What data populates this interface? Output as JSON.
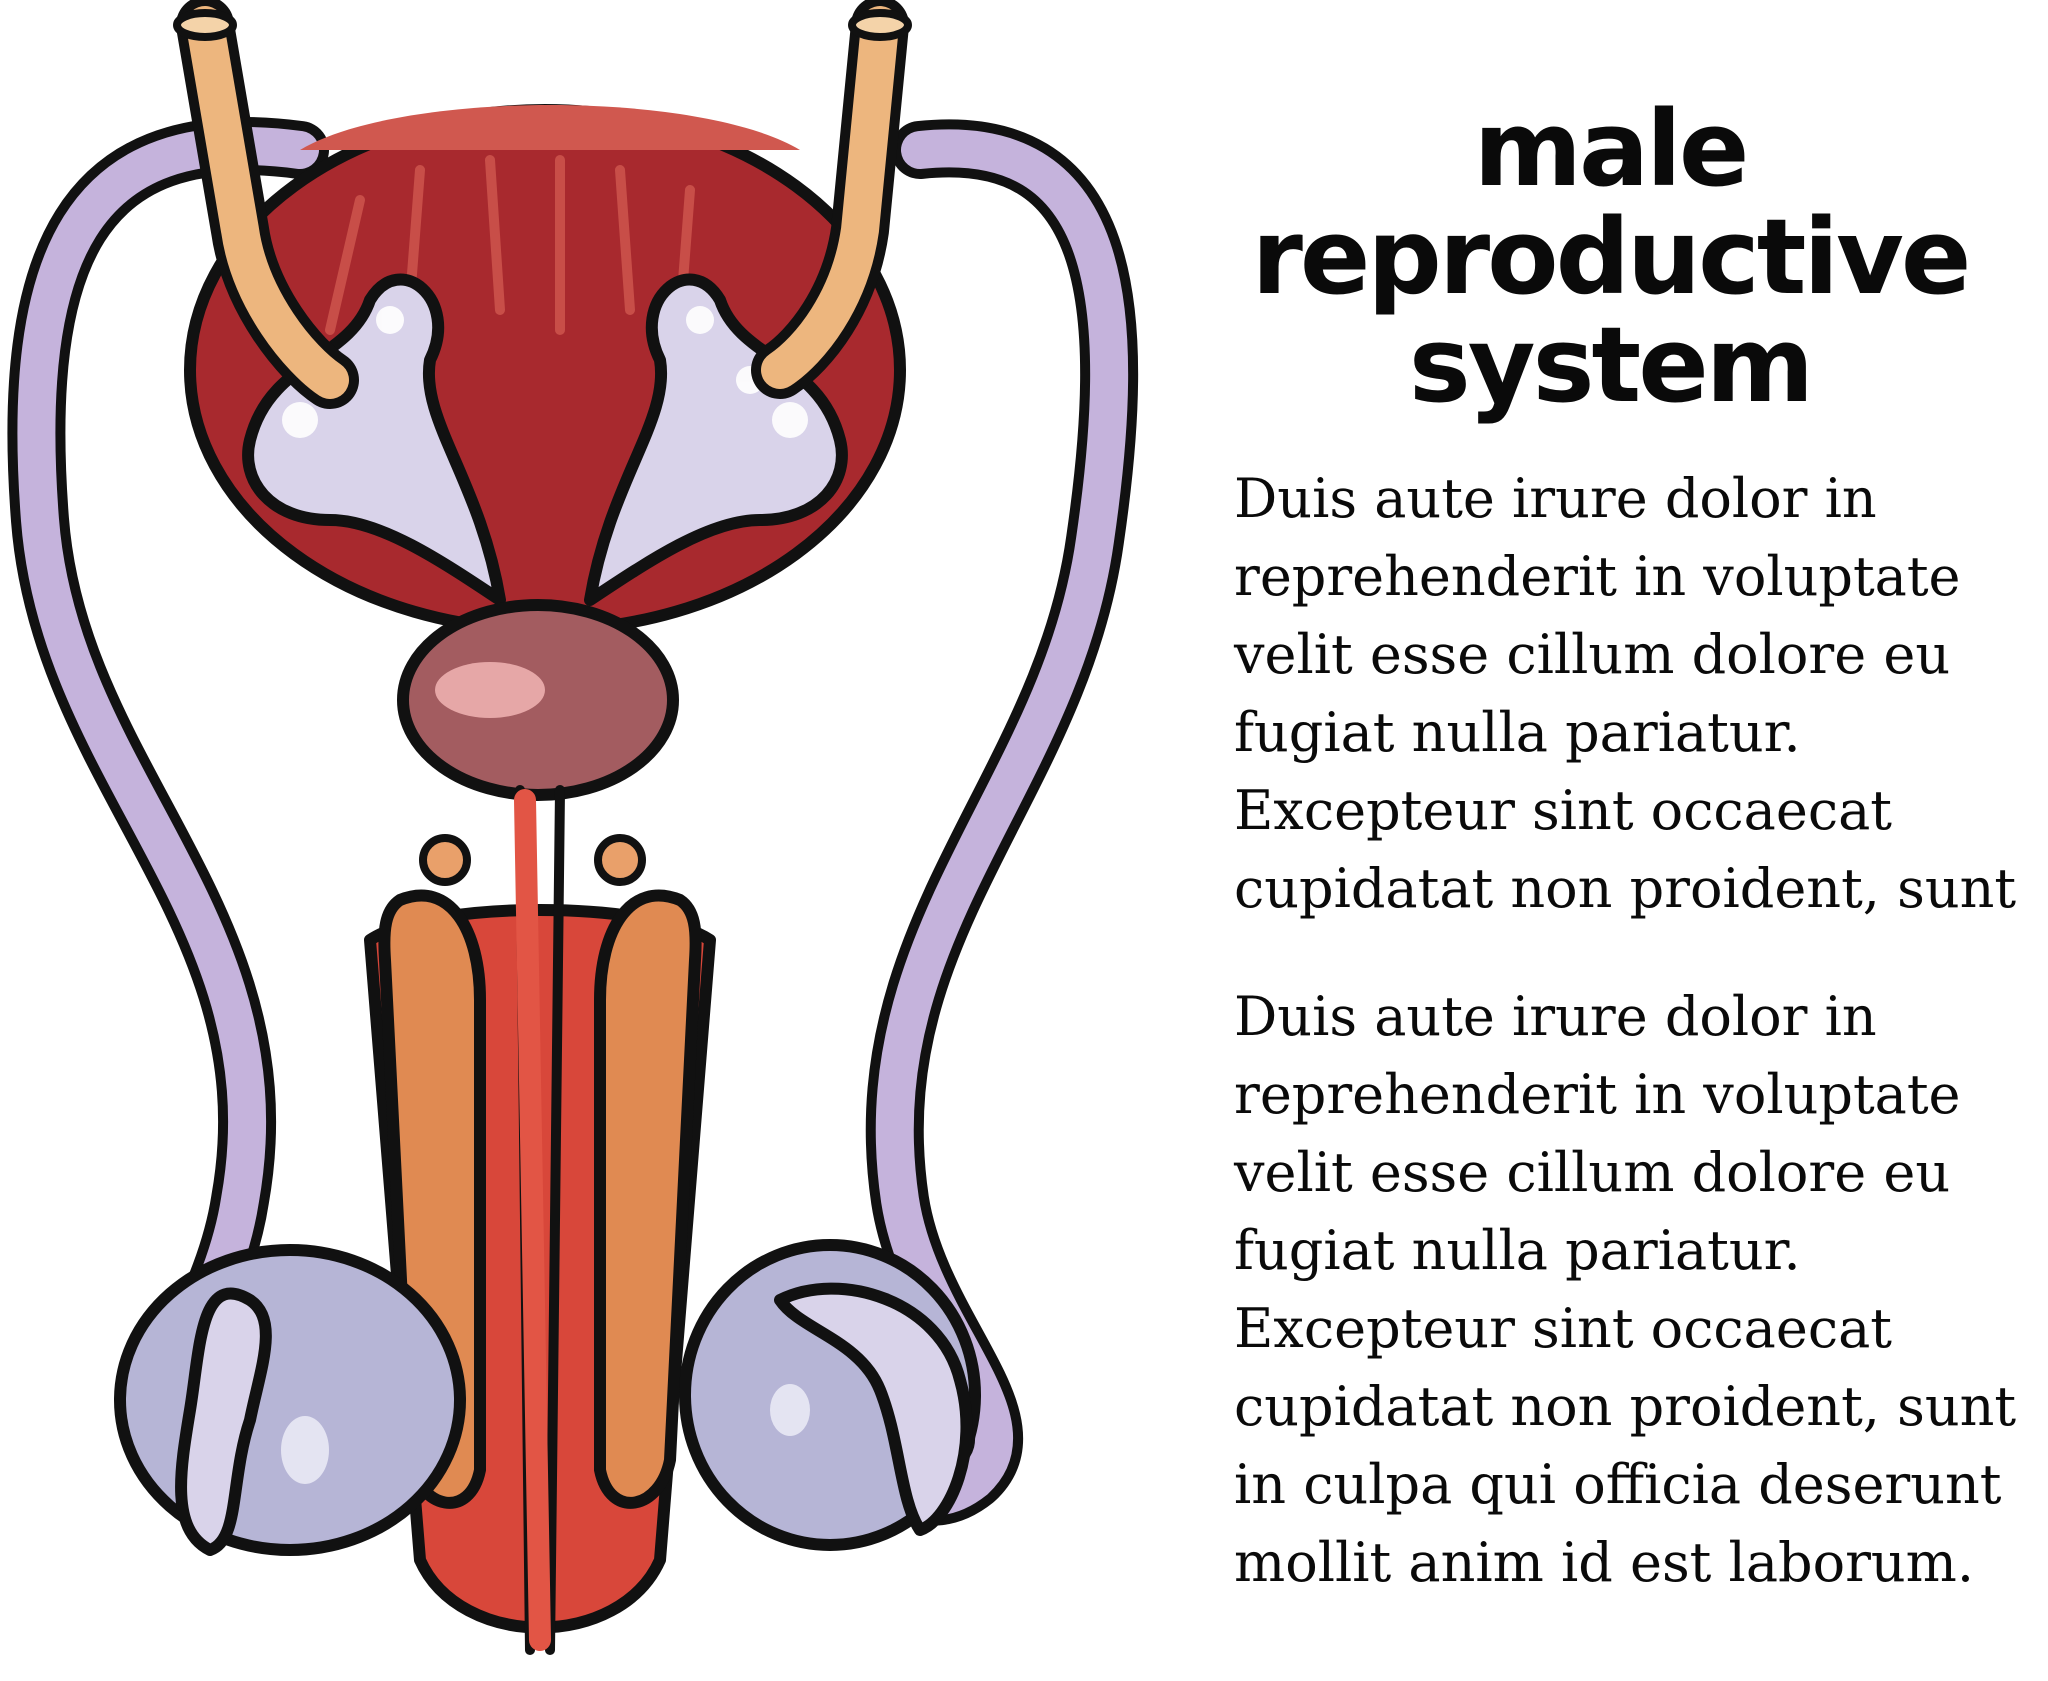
{
  "title": {
    "lines": [
      "male",
      "reproductive",
      "system"
    ]
  },
  "paragraphs": [
    {
      "lines": [
        "Duis aute irure dolor in",
        "reprehenderit in voluptate",
        "velit esse cillum dolore eu",
        "fugiat nulla pariatur.",
        "Excepteur sint occaecat",
        "cupidatat non proident, sunt"
      ]
    },
    {
      "lines": [
        "Duis aute irure dolor in",
        "reprehenderit in voluptate",
        "velit esse cillum dolore eu",
        "fugiat nulla pariatur.",
        "Excepteur sint occaecat",
        "cupidatat non proident, sunt",
        "in culpa qui officia deserunt",
        "mollit anim id est laborum."
      ]
    }
  ],
  "colors": {
    "outline": "#111111",
    "bladder": "#a8292e",
    "bladder_highlight": "#d0584f",
    "ureter": "#edb67e",
    "vas_deferens": "#c5b3dc",
    "seminal_vesicle": "#d9d3ea",
    "prostate": "#a35c60",
    "urethra": "#d8473a",
    "corpus": "#e08a52",
    "testis": "#b6b5d6"
  }
}
